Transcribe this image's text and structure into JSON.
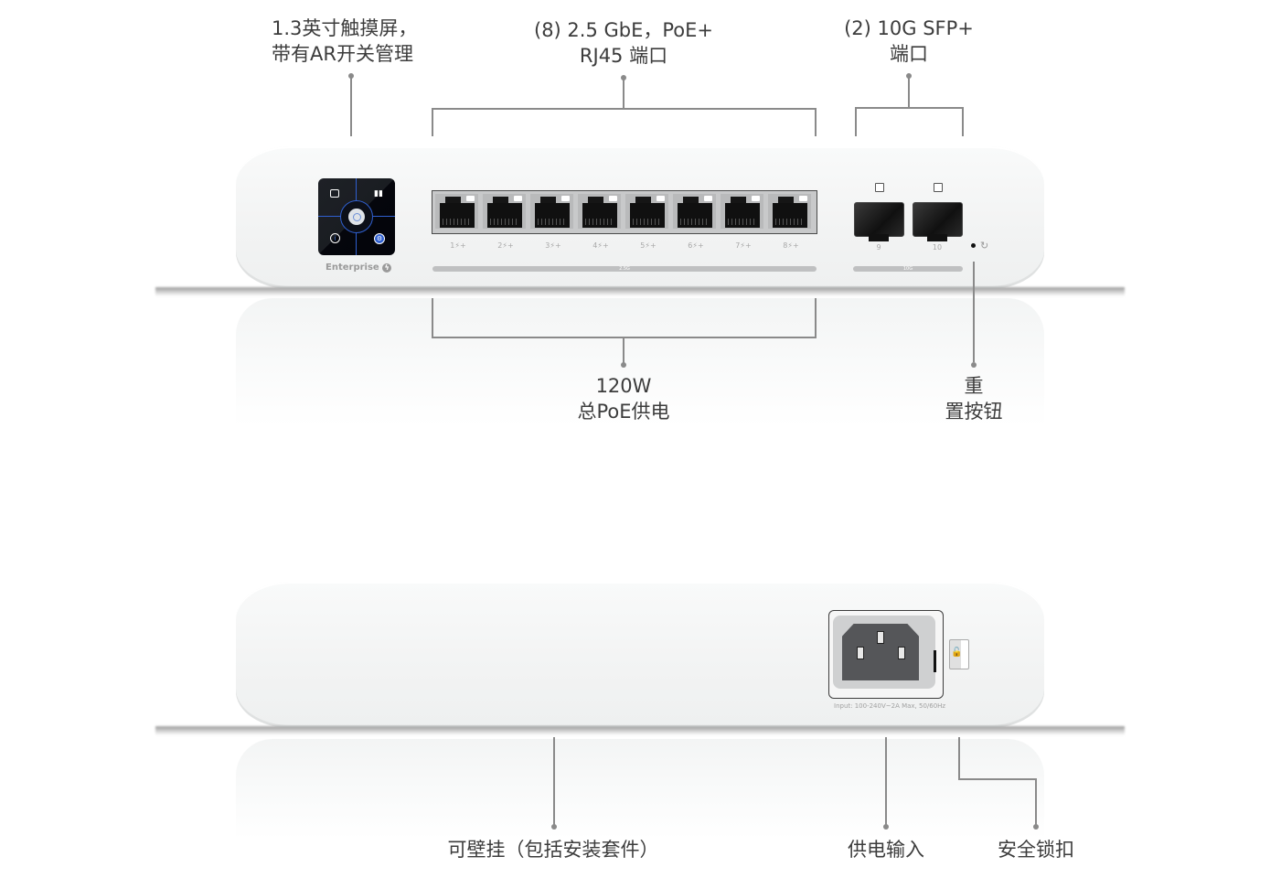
{
  "front_view": {
    "callouts": {
      "touchscreen": {
        "line1": "1.3英寸触摸屏，",
        "line2": "带有AR开关管理"
      },
      "rj45_ports": {
        "line1": "(8) 2.5 GbE，PoE+",
        "line2": "RJ45 端口"
      },
      "sfp_ports": {
        "line1": "(2) 10G SFP+",
        "line2": "端口"
      },
      "poe_budget": {
        "line1": "120W",
        "line2": "总PoE供电"
      },
      "reset_button": {
        "line1": "重",
        "line2": "置按钮"
      }
    },
    "device": {
      "brand_label": "Enterprise",
      "brand_icon": "lightning-bolt-icon",
      "screen_icons": [
        "ethernet-port-icon",
        "bar-chart-icon",
        "info-icon",
        "settings-icon",
        "home-button-icon"
      ],
      "rj45_port_labels": [
        "1⚡+",
        "2⚡+",
        "3⚡+",
        "4⚡+",
        "5⚡+",
        "6⚡+",
        "7⚡+",
        "8⚡+"
      ],
      "rj45_bar_label": "2.5G",
      "sfp_port_labels": [
        "9",
        "10"
      ],
      "sfp_bar_label": "10G",
      "reset_icon": "↻"
    }
  },
  "rear_view": {
    "callouts": {
      "wall_mount": "可壁挂（包括安装套件）",
      "power_input": "供电输入",
      "security_lock": "安全锁扣"
    },
    "device": {
      "power_rating_text": "Input: 100-240V~2A Max, 50/60Hz",
      "lock_icon": "🔓"
    }
  },
  "colors": {
    "callout_line": "#8a8a8a",
    "text": "#3c3c3c",
    "screen_accent": "#2f5fcf",
    "device_body": "#f2f3f3"
  }
}
